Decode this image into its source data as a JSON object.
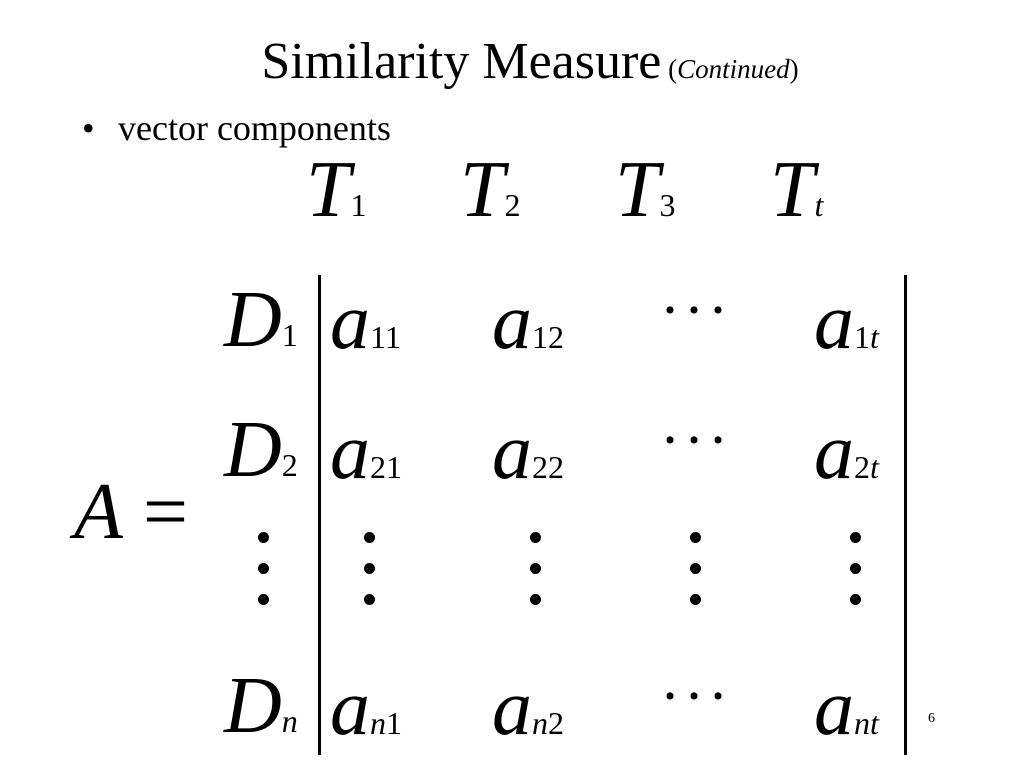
{
  "title": {
    "main": "Similarity Measure",
    "open_paren": " (",
    "sub": "Continued",
    "close_paren": ")"
  },
  "bullet": {
    "marker": "•",
    "text": "vector components"
  },
  "equation": {
    "lhs": "A",
    "equals": "="
  },
  "columns": [
    {
      "sym": "T",
      "sub": "1"
    },
    {
      "sym": "T",
      "sub": "2"
    },
    {
      "sym": "T",
      "sub": "3"
    },
    {
      "sym": "T",
      "sub": "t"
    }
  ],
  "rows": [
    {
      "label": {
        "sym": "D",
        "sub": "1"
      },
      "cells": [
        {
          "sym": "a",
          "sub": "11"
        },
        {
          "sym": "a",
          "sub": "12"
        },
        {
          "dots": "···"
        },
        {
          "sym": "a",
          "sub_digit": "1",
          "sub_italic": "t"
        }
      ]
    },
    {
      "label": {
        "sym": "D",
        "sub": "2"
      },
      "cells": [
        {
          "sym": "a",
          "sub": "21"
        },
        {
          "sym": "a",
          "sub": "22"
        },
        {
          "dots": "···"
        },
        {
          "sym": "a",
          "sub_digit": "2",
          "sub_italic": "t"
        }
      ]
    },
    {
      "label": {
        "sym": "D",
        "sub": "n"
      },
      "cells": [
        {
          "sym": "a",
          "sub_italic": "n",
          "sub_digit": "1"
        },
        {
          "sym": "a",
          "sub_italic": "n",
          "sub_digit": "2"
        },
        {
          "dots": "···"
        },
        {
          "sym": "a",
          "sub_italic": "nt"
        }
      ]
    }
  ],
  "page_number": "6"
}
